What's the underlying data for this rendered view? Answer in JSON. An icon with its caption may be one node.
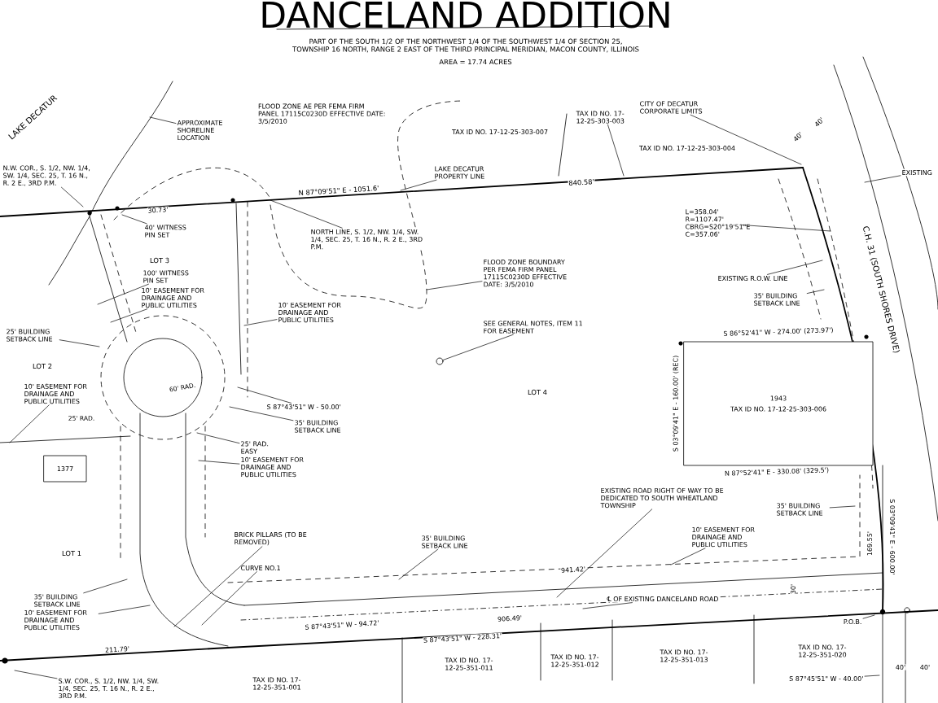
{
  "diagram": {
    "title": "DANCELAND ADDITION",
    "nodes": [
      {
        "text": [
          "APPROXIMATE SHORELINE LOCATION"
        ]
      },
      {
        "text": [
          "N.W. COR., S. 1/2, NW. 1/4, SW. 1/4, SEC. 25, T. 16 N., R. 2 E., 3RD P.M."
        ]
      },
      {
        "text": [
          "TAX ID NO. 17-12-25-303-003"
        ]
      },
      {
        "text": [
          "CITY OF DECATUR CORPORATE LIMITS"
        ]
      },
      {
        "text": [
          "LAKE DECATUR PROPERTY LINE"
        ]
      },
      {
        "text": [
          "40' WITNESS PIN SET"
        ]
      },
      {
        "text": [
          "NORTH LINE, S. 1/2, NW. 1/4, SW. 1/4, SEC. 25, T. 16 N., R. 2 E., 3RD P.M."
        ]
      },
      {
        "text": [
          "L=358.04' R=1107.47' CBRG=S20°19'51\"E C=357.06'"
        ]
      },
      {
        "text": [
          "EXISTING"
        ]
      },
      {
        "text": [
          "FLOOD ZONE BOUNDARY PER FEMA FIRM PANEL 17115C0230D EFFECTIVE DATE: 3/5/2010"
        ]
      },
      {
        "text": [
          "EXISTING R.O.W. LINE"
        ]
      },
      {
        "text": [
          "35' BUILDING SETBACK LINE"
        ]
      },
      {
        "text": [
          "100' WITNESS PIN SET"
        ]
      },
      {
        "text": [
          "10' EASEMENT FOR DRAINAGE AND PUBLIC UTILITIES"
        ]
      },
      {
        "text": [
          "10' EASEMENT FOR DRAINAGE AND PUBLIC UTILITIES"
        ]
      },
      {
        "text": [
          "SEE GENERAL NOTES, ITEM 11 FOR EASEMENT"
        ]
      },
      {
        "text": [
          "25' BUILDING SETBACK LINE"
        ]
      },
      {
        "text": [
          "1943",
          "TAX ID NO. 17-12-25-303-006"
        ],
        "beside": [
          "S 86°52'41\" W - 274.00' (273.97')",
          "S 03°09'41\" E - 160.00' (REC)",
          "N 87°52'41\" E - 330.08' (329.5')"
        ]
      },
      {
        "text": [
          "10' EASEMENT FOR DRAINAGE AND PUBLIC UTILITIES"
        ]
      },
      {
        "text": [
          "S 87°43'51\" W - 50.00'"
        ]
      },
      {
        "text": [
          "35' BUILDING SETBACK LINE"
        ]
      },
      {
        "text": [
          "25' RAD. EASY"
        ]
      },
      {
        "text": [
          "10' EASEMENT FOR DRAINAGE AND PUBLIC UTILITIES"
        ]
      },
      {
        "text": [
          "1377"
        ]
      },
      {
        "text": [
          "BRICK PILLARS (TO BE REMOVED)"
        ]
      },
      {
        "text": [
          "CURVE NO.1"
        ]
      },
      {
        "text": [
          "35' BUILDING SETBACK LINE"
        ]
      },
      {
        "text": [
          "10' EASEMENT FOR DRAINAGE AND PUBLIC UTILITIES"
        ]
      },
      {
        "text": [
          "S.W. COR., S. 1/2, NW. 1/4, SW. 1/4, SEC. 25, T. 16 N., R. 2 E., 3RD P.M."
        ]
      },
      {
        "text": [
          "35' BUILDING SETBACK LINE"
        ]
      },
      {
        "text": [
          "EXISTING ROAD RIGHT OF WAY TO BE DEDICATED TO SOUTH WHEATLAND TOWNSHIP"
        ]
      },
      {
        "text": [
          "10' EASEMENT FOR DRAINAGE AND PUBLIC UTILITIES"
        ]
      },
      {
        "text": [
          "℄ OF EXISTING DANCELAND ROAD"
        ]
      },
      {
        "text": [
          "35' BUILDING SETBACK LINE"
        ]
      },
      {
        "text": [
          "P.O.B."
        ]
      },
      {
        "text": [
          "S 87°45'51\" W - 40.00'"
        ]
      },
      {
        "text": [],
        "shape": "circle"
      }
    ],
    "edges": [
      {
        "from": 0,
        "to": null,
        "arrow": "none"
      },
      {
        "from": 1,
        "to": null,
        "arrow": "none"
      },
      {
        "from": 2,
        "to": null,
        "arrow": "none"
      },
      {
        "from": 3,
        "to": null,
        "arrow": "none"
      },
      {
        "from": 4,
        "to": null,
        "arrow": "none"
      },
      {
        "from": 5,
        "to": null,
        "arrow": "none"
      },
      {
        "from": 6,
        "to": null,
        "arrow": "none"
      },
      {
        "from": 7,
        "to": null,
        "arrow": "none"
      },
      {
        "from": 8,
        "to": null,
        "arrow": "none"
      },
      {
        "from": 9,
        "to": null,
        "arrow": "none"
      },
      {
        "from": 10,
        "to": null,
        "arrow": "none"
      },
      {
        "from": 11,
        "to": null,
        "arrow": "none"
      },
      {
        "from": 12,
        "to": null,
        "arrow": "none"
      },
      {
        "from": 13,
        "to": null,
        "arrow": "none"
      },
      {
        "from": 14,
        "to": null,
        "arrow": "none"
      },
      {
        "from": 15,
        "to": 36,
        "arrow": "none"
      },
      {
        "from": 16,
        "to": null,
        "arrow": "none"
      },
      {
        "from": 18,
        "to": null,
        "arrow": "none"
      },
      {
        "from": 19,
        "to": null,
        "arrow": "none"
      },
      {
        "from": 20,
        "to": null,
        "arrow": "none"
      },
      {
        "from": 21,
        "to": null,
        "arrow": "none"
      },
      {
        "from": 22,
        "to": null,
        "arrow": "none"
      },
      {
        "from": 24,
        "to": null,
        "arrow": "none"
      },
      {
        "from": 25,
        "to": null,
        "arrow": "none"
      },
      {
        "from": 26,
        "to": null,
        "arrow": "none"
      },
      {
        "from": 27,
        "to": null,
        "arrow": "none"
      },
      {
        "from": 28,
        "to": null,
        "arrow": "none"
      },
      {
        "from": 29,
        "to": null,
        "arrow": "none"
      },
      {
        "from": 30,
        "to": null,
        "arrow": "none"
      },
      {
        "from": 31,
        "to": null,
        "arrow": "none"
      },
      {
        "from": 32,
        "to": null,
        "arrow": "none"
      },
      {
        "from": 33,
        "to": null,
        "arrow": "none"
      },
      {
        "from": 34,
        "to": null,
        "arrow": "none"
      },
      {
        "from": 35,
        "to": null,
        "arrow": "none"
      }
    ],
    "labels": [
      "PART OF THE SOUTH 1/2 OF THE NORTHWEST 1/4 OF THE SOUTHWEST 1/4 OF SECTION 25, TOWNSHIP 16 NORTH, RANGE 2 EAST OF THE THIRD PRINCIPAL MERIDIAN, MACON COUNTY, ILLINOIS",
      "AREA = 17.74 ACRES",
      "LAKE DECATUR",
      "FLOOD ZONE AE PER FEMA FIRM PANEL 17115C0230D EFFECTIVE DATE: 3/5/2010",
      "TAX ID NO. 17-12-25-303-007",
      "TAX ID NO. 17-12-25-303-004",
      "N 87°09'51\" E - 1051.6'",
      "840.58'",
      "30.73'",
      "40'",
      "40'",
      "C.H. 31 (SOUTH SHORES DRIVE)",
      "LOT 3",
      "LOT 4",
      "LOT 2",
      "60' RAD.",
      "25' RAD.",
      "LOT 1",
      "211.79'",
      "S 87°43'51\" W - 94.72'",
      "S 87°43'51\" W - 228.31'",
      "906.49'",
      "941.42'",
      "TAX ID NO. 17-12-25-351-001",
      "TAX ID NO. 17-12-25-351-011",
      "TAX ID NO. 17-12-25-351-012",
      "TAX ID NO. 17-12-25-351-013",
      "TAX ID NO. 17-12-25-351-020",
      "169.55'",
      "S 03°09'41\" E - 600.00'",
      "30'",
      "40'",
      "40'"
    ]
  }
}
